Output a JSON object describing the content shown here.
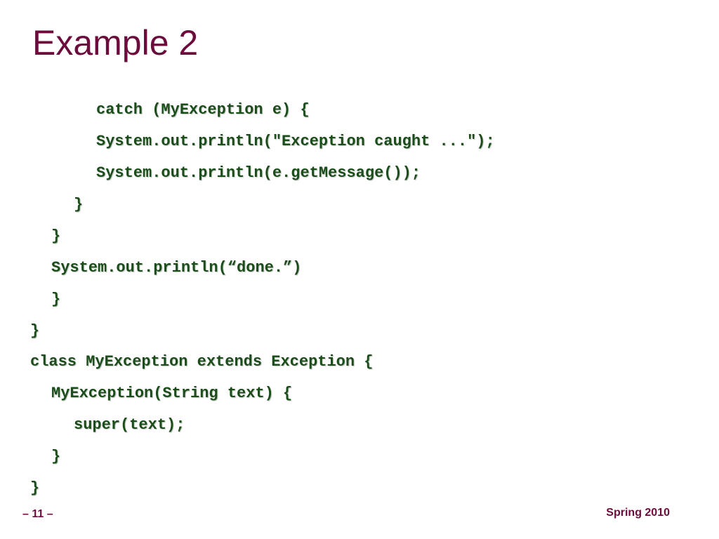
{
  "slide": {
    "title": "Example 2",
    "code_lines": [
      "catch (MyException e) {",
      "System.out.println(\"Exception caught ...\");",
      "System.out.println(e.getMessage());",
      "}",
      "}",
      "System.out.println(“done.”)",
      "}",
      "}",
      "class MyException extends Exception {",
      "MyException(String text) {",
      "super(text);",
      "}",
      "}"
    ],
    "footer_page": "– 11 –",
    "footer_term": "Spring 2010"
  },
  "colors": {
    "title": "#6b0c3c",
    "code": "#1a4d1a"
  }
}
